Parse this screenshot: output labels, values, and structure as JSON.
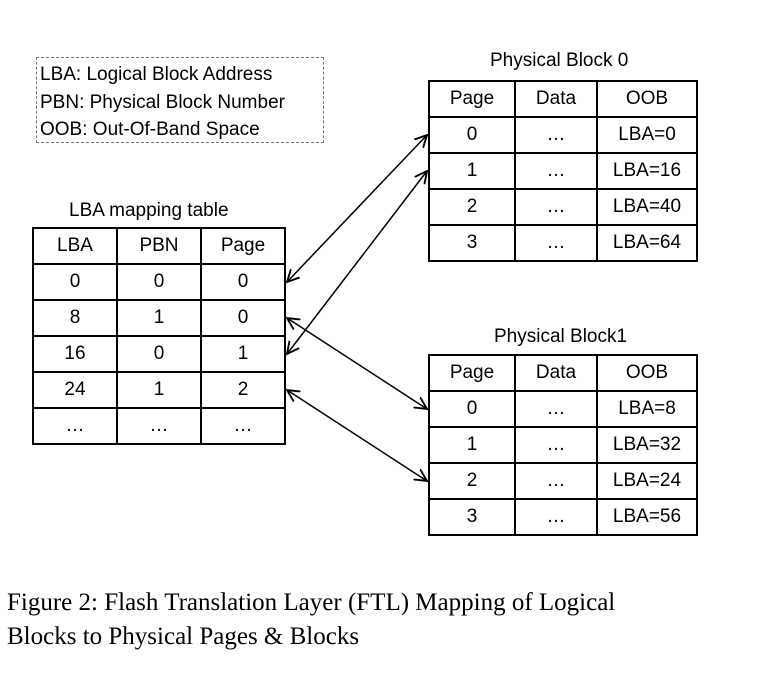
{
  "legend": [
    "LBA: Logical Block Address",
    "PBN: Physical Block Number",
    "OOB: Out-Of-Band Space"
  ],
  "lba_table": {
    "title": "LBA mapping table",
    "headers": [
      "LBA",
      "PBN",
      "Page"
    ],
    "rows": [
      [
        "0",
        "0",
        "0"
      ],
      [
        "8",
        "1",
        "0"
      ],
      [
        "16",
        "0",
        "1"
      ],
      [
        "24",
        "1",
        "2"
      ],
      [
        "…",
        "…",
        "…"
      ]
    ]
  },
  "physical_block_0": {
    "title": "Physical Block 0",
    "headers": [
      "Page",
      "Data",
      "OOB"
    ],
    "rows": [
      [
        "0",
        "…",
        "LBA=0"
      ],
      [
        "1",
        "…",
        "LBA=16"
      ],
      [
        "2",
        "…",
        "LBA=40"
      ],
      [
        "3",
        "…",
        "LBA=64"
      ]
    ]
  },
  "physical_block_1": {
    "title": "Physical Block1",
    "headers": [
      "Page",
      "Data",
      "OOB"
    ],
    "rows": [
      [
        "0",
        "…",
        "LBA=8"
      ],
      [
        "1",
        "…",
        "LBA=32"
      ],
      [
        "2",
        "…",
        "LBA=24"
      ],
      [
        "3",
        "…",
        "LBA=56"
      ]
    ]
  },
  "mappings": [
    {
      "from_lba_row": 0,
      "to_block": 0,
      "to_page_row": 0
    },
    {
      "from_lba_row": 2,
      "to_block": 0,
      "to_page_row": 1
    },
    {
      "from_lba_row": 1,
      "to_block": 1,
      "to_page_row": 0
    },
    {
      "from_lba_row": 3,
      "to_block": 1,
      "to_page_row": 2
    }
  ],
  "caption": {
    "line1": "Figure 2: Flash Translation Layer (FTL) Mapping of Logical",
    "line2": "Blocks to Physical Pages & Blocks"
  }
}
